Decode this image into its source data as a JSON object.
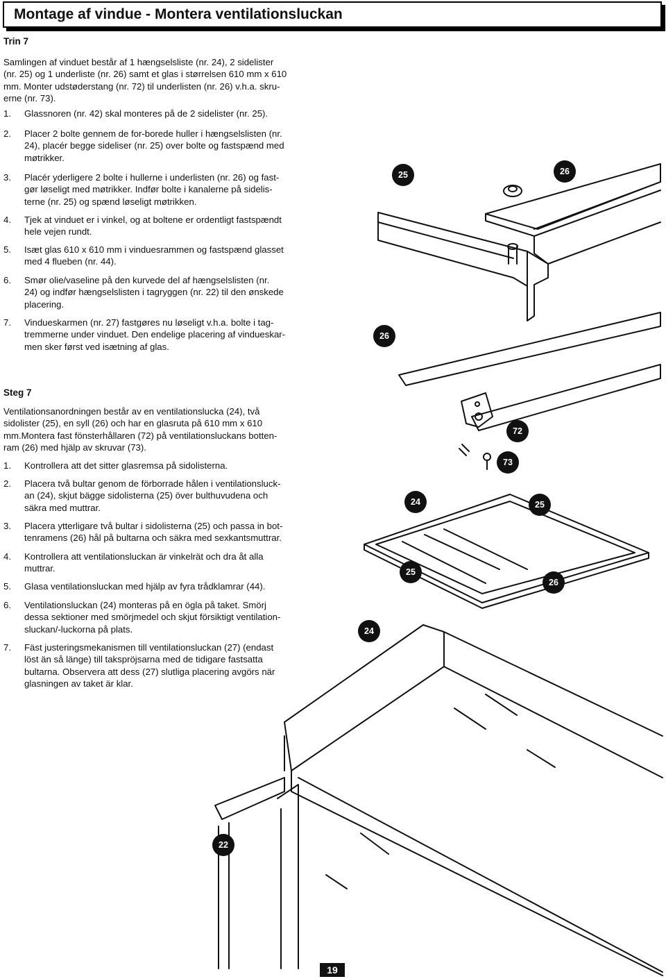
{
  "title": "Montage af vindue - Montera ventilationsluckan",
  "trin": {
    "heading": "Trin 7",
    "intro": [
      "Samlingen af vinduet består af 1 hængselsliste (nr. 24), 2 sidelister",
      "(nr. 25) og 1 underliste (nr. 26) samt et glas i størrelsen 610 mm x 610",
      "mm. Monter udstøderstang (nr. 72) til underlisten (nr. 26) v.h.a. skru-",
      "erne (nr. 73)."
    ],
    "steps": [
      {
        "n": "1.",
        "lines": [
          "Glassnoren (nr. 42) skal monteres på de 2 sidelister (nr. 25)."
        ]
      },
      {
        "n": "2.",
        "lines": [
          "Placer 2 bolte gennem de for-borede huller i hængselslisten (nr.",
          "24), placér begge sideliser (nr. 25) over bolte og fastspænd med",
          "møtrikker."
        ]
      },
      {
        "n": "3.",
        "lines": [
          "Placér yderligere 2 bolte i hullerne i underlisten (nr. 26) og fast-",
          "gør løseligt med møtrikker. Indfør bolte i kanalerne på sidelis-",
          "terne (nr. 25) og spænd løseligt møtrikken."
        ]
      },
      {
        "n": "4.",
        "lines": [
          "Tjek at vinduet er i vinkel, og at boltene er ordentligt fastspændt",
          "hele vejen rundt."
        ]
      },
      {
        "n": "5.",
        "lines": [
          "Isæt glas 610 x 610 mm i vinduesrammen og fastspænd glasset",
          "med 4 flueben (nr. 44)."
        ]
      },
      {
        "n": "6.",
        "lines": [
          "Smør olie/vaseline på den kurvede del af hængselslisten (nr.",
          "24) og indfør hængselslisten i tagryggen (nr. 22) til den ønskede",
          "placering."
        ]
      },
      {
        "n": "7.",
        "lines": [
          "Vindueskarmen (nr. 27) fastgøres nu løseligt  v.h.a. bolte i tag-",
          "tremmerne under vinduet. Den endelige placering af vindueskar-",
          "men sker først ved isætning af glas."
        ]
      }
    ]
  },
  "steg": {
    "heading": "Steg 7",
    "intro": [
      "Ventilationsanordningen består av en ventilationslucka (24), två",
      "sidolister (25), en syll (26) och har en glasruta på 610 mm x 610",
      "mm.Montera fast fönsterhållaren (72) på ventilationsluckans botten-",
      "ram (26) med hjälp av skruvar (73)."
    ],
    "steps": [
      {
        "n": "1.",
        "lines": [
          "Kontrollera att det sitter glasremsa på sidolisterna."
        ]
      },
      {
        "n": "2.",
        "lines": [
          "Placera två bultar genom de förborrade hålen i ventilationsluck-",
          "an (24), skjut bägge sidolisterna (25) över bulthuvudena och",
          "säkra med muttrar."
        ]
      },
      {
        "n": "3.",
        "lines": [
          "Placera ytterligare två bultar i sidolisterna (25) och passa in bot-",
          "tenramens (26) hål på bultarna och säkra med sexkantsmuttrar."
        ]
      },
      {
        "n": "4.",
        "lines": [
          "Kontrollera att ventilationsluckan är vinkelrät och dra åt alla",
          "muttrar."
        ]
      },
      {
        "n": "5.",
        "lines": [
          "Glasa ventilationsluckan med hjälp av fyra trådklamrar (44)."
        ]
      },
      {
        "n": "6.",
        "lines": [
          "Ventilationsluckan (24) monteras på en ögla på taket. Smörj",
          "dessa sektioner med smörjmedel och skjut försiktigt ventilation-",
          "sluckan/-luckorna på plats."
        ]
      },
      {
        "n": "7.",
        "lines": [
          "Fäst justeringsmekanismen till ventilationsluckan (27) (endast",
          "löst än så länge) till takspröjsarna med de tidigare fastsatta",
          "bultarna. Observera att dess (27) slutliga placering avgörs när",
          "glasningen av taket är klar."
        ]
      }
    ]
  },
  "callouts": {
    "c1": "25",
    "c2": "26",
    "c3": "26",
    "c4": "72",
    "c5": "73",
    "c6": "24",
    "c7": "25",
    "c8": "25",
    "c9": "26",
    "c10": "24",
    "c11": "22"
  },
  "page_number": "19"
}
